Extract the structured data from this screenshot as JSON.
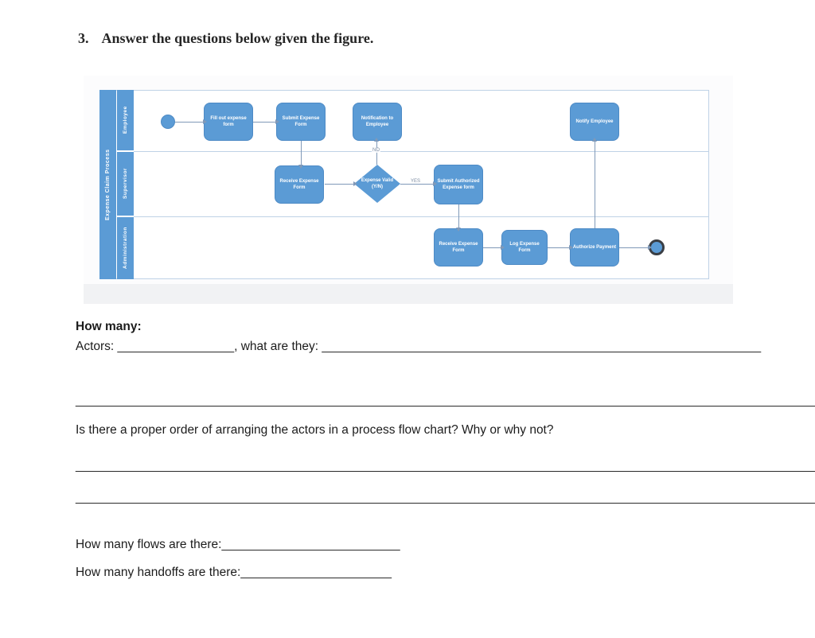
{
  "title": {
    "number": "3.",
    "text": "Answer the questions below given the figure."
  },
  "figure": {
    "pool_title": "Expense Claim Process",
    "lanes": {
      "employee": "Employee",
      "supervisor": "Supervisor",
      "administration": "Administration"
    },
    "nodes": {
      "fill_out": "Fill out expense form",
      "submit": "Submit Expense Form",
      "notification": "Notification to Employee",
      "notify": "Notify Employee",
      "receive_supervisor": "Receive Expense Form",
      "gateway": "Expense Valid (Y/N)",
      "submit_authorized": "Submit Authorized Expense form",
      "receive_admin": "Receive Expense Form",
      "log": "Log Expense Form",
      "authorize": "Authorize Payment"
    },
    "edge_labels": {
      "no": "NO",
      "yes": "YES"
    },
    "colors": {
      "shape_fill": "#5b9bd5",
      "shape_border": "#4d8ac5",
      "lane_line": "#bfd2e6",
      "connector": "#8099b8",
      "end_ring": "#3a3e44"
    }
  },
  "questions": {
    "how_many_heading": "How many:",
    "actors_label": "Actors:",
    "actors_blank": "_________________",
    "what_are_they_label": ", what are they:",
    "what_are_they_blank": "________________________________________________________________",
    "full_line": "______________________________________________________________________________________________________________",
    "order_question": "Is there a proper order of arranging the actors in a process flow chart? Why or why not?",
    "flows_label": "How many flows are there:",
    "flows_blank": "__________________________",
    "handoffs_label": "How many handoffs are there:",
    "handoffs_blank": "______________________"
  }
}
